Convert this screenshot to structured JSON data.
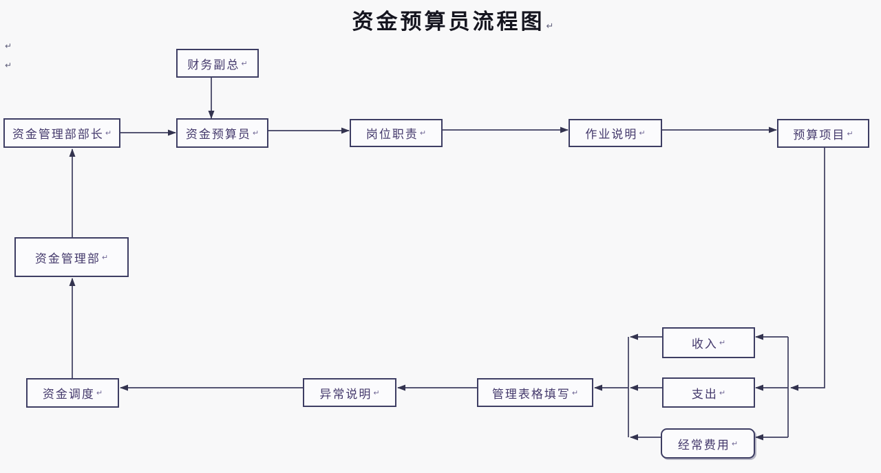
{
  "title": "资金预算员流程图",
  "pmark": "↵",
  "nodes": {
    "cfo": {
      "label": "财务副总"
    },
    "fund_dept_head": {
      "label": "资金管理部部长"
    },
    "fund_budget_officer": {
      "label": "资金预算员"
    },
    "job_duties": {
      "label": "岗位职责"
    },
    "work_instruction": {
      "label": "作业说明"
    },
    "budget_items": {
      "label": "预算项目"
    },
    "fund_management_dept": {
      "label": "资金管理部"
    },
    "fund_dispatch": {
      "label": "资金调度"
    },
    "exception_note": {
      "label": "异常说明"
    },
    "management_form_fill": {
      "label": "管理表格填写"
    },
    "income": {
      "label": "收入"
    },
    "expenditure": {
      "label": "支出"
    },
    "routine_expense": {
      "label": "经常费用"
    }
  },
  "edges": [
    {
      "from": "cfo",
      "to": "fund_budget_officer"
    },
    {
      "from": "fund_dept_head",
      "to": "fund_budget_officer"
    },
    {
      "from": "fund_budget_officer",
      "to": "job_duties"
    },
    {
      "from": "job_duties",
      "to": "work_instruction"
    },
    {
      "from": "work_instruction",
      "to": "budget_items"
    },
    {
      "from": "budget_items",
      "to": "income"
    },
    {
      "from": "budget_items",
      "to": "expenditure"
    },
    {
      "from": "budget_items",
      "to": "routine_expense"
    },
    {
      "from": "income",
      "to": "management_form_fill"
    },
    {
      "from": "expenditure",
      "to": "management_form_fill"
    },
    {
      "from": "routine_expense",
      "to": "management_form_fill"
    },
    {
      "from": "management_form_fill",
      "to": "exception_note"
    },
    {
      "from": "exception_note",
      "to": "fund_dispatch"
    },
    {
      "from": "fund_dispatch",
      "to": "fund_management_dept"
    },
    {
      "from": "fund_management_dept",
      "to": "fund_dept_head"
    }
  ],
  "colors": {
    "line": "#3c3c5e",
    "box_border": "#3d3d63",
    "text": "#43386b",
    "title_text": "#15151f",
    "background": "#f8f8f9"
  }
}
